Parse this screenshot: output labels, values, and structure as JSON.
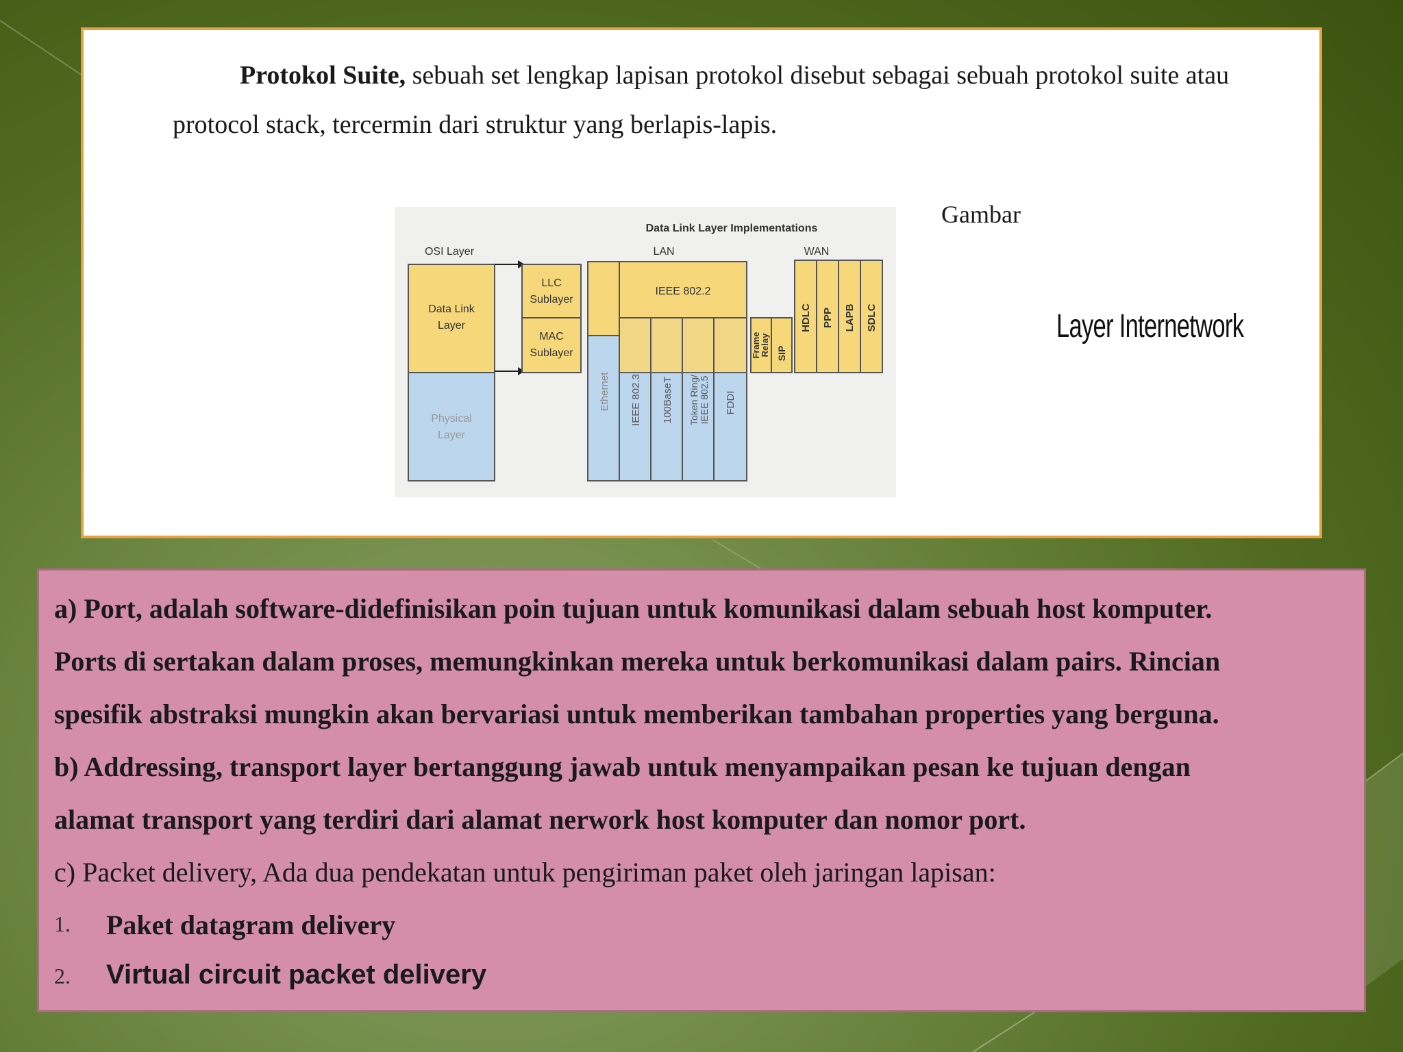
{
  "intro": {
    "bold_lead": "Protokol Suite,",
    "text": " sebuah set lengkap lapisan protokol disebut sebagai sebuah protokol suite atau protocol stack, tercermin dari struktur yang berlapis-lapis."
  },
  "figure": {
    "title": "Data Link Layer Implementations",
    "osi_label": "OSI Layer",
    "lan_label": "LAN",
    "wan_label": "WAN",
    "data_link": "Data Link",
    "layer_word": "Layer",
    "physical": "Physical",
    "llc": "LLC",
    "mac": "MAC",
    "sublayer": "Sublayer",
    "ieee8022": "IEEE 802.2",
    "ethernet": "Ethernet",
    "ieee8023": "IEEE 802.3",
    "base100": "100BaseT",
    "token_ring_1": "Token Ring/",
    "token_ring_2": "IEEE 802.5",
    "fddi": "FDDI",
    "frame_relay_1": "Frame",
    "frame_relay_2": "Relay",
    "sip": "SIP",
    "hdlc": "HDLC",
    "ppp": "PPP",
    "lapb": "LAPB",
    "sdlc": "SDLC"
  },
  "gambar": "Gambar",
  "caption": "Layer Internetwork",
  "colors": {
    "figure_yellow": "#f6d77a",
    "figure_blue": "#bcd6ee",
    "pink": "#d48ea8",
    "card_border": "#e8a040"
  },
  "list": {
    "a_line1": "a)  Port, adalah software-didefinisikan poin tujuan untuk komunikasi dalam sebuah host komputer.",
    "a_line2": "Ports di sertakan dalam proses, memungkinkan mereka untuk berkomunikasi dalam pairs. Rincian",
    "a_line3": "spesifik abstraksi mungkin akan bervariasi untuk memberikan tambahan properties yang berguna.",
    "b_line1": "b)  Addressing, transport layer bertanggung jawab untuk menyampaikan pesan ke tujuan dengan",
    "b_line2": "alamat transport yang terdiri dari alamat nerwork host komputer dan nomor port.",
    "c_line": "c)  Packet delivery, Ada dua pendekatan untuk pengiriman paket oleh jaringan lapisan:",
    "num1": "1.",
    "item1": "Paket datagram delivery",
    "num2": "2.",
    "item2": "Virtual circuit packet delivery"
  }
}
